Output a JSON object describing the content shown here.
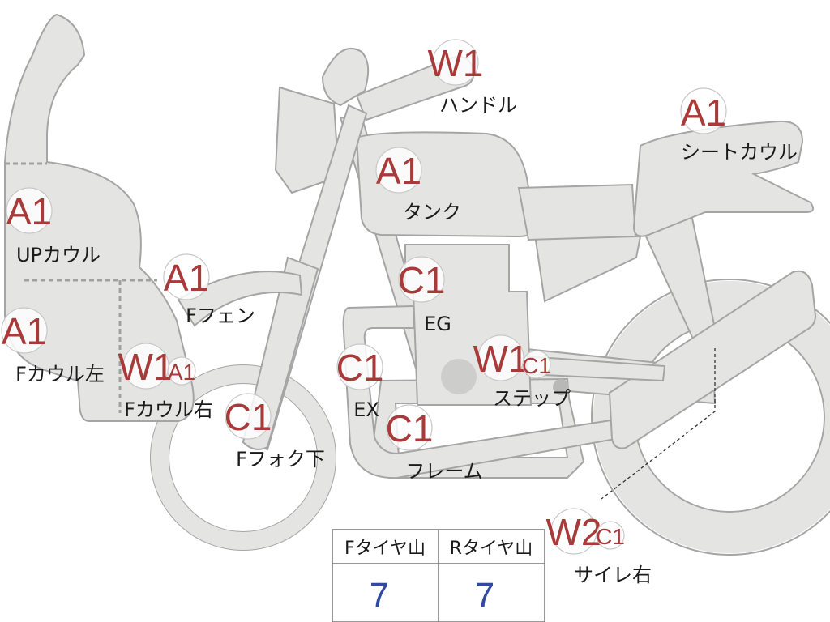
{
  "colors": {
    "grade_text": "#a83a3a",
    "label_text": "#1a1a1a",
    "table_value": "#2f4aa0",
    "body_fill": "#e4e4e2",
    "body_stroke": "#a5a5a5"
  },
  "parts": [
    {
      "id": "handle",
      "grade": "W1",
      "label": "ハンドル"
    },
    {
      "id": "seat-cowl",
      "grade": "A1",
      "label": "シートカウル"
    },
    {
      "id": "tank",
      "grade": "A1",
      "label": "タンク"
    },
    {
      "id": "up-cowl",
      "grade": "A1",
      "label": "UPカウル"
    },
    {
      "id": "f-fender",
      "grade": "A1",
      "label": "Fフェン"
    },
    {
      "id": "f-cowl-left",
      "grade": "A1",
      "label": "Fカウル左"
    },
    {
      "id": "f-cowl-right",
      "grade": "W1",
      "grade2": "A1",
      "label": "Fカウル右"
    },
    {
      "id": "engine",
      "grade": "C1",
      "label": "EG"
    },
    {
      "id": "exhaust",
      "grade": "C1",
      "label": "EX"
    },
    {
      "id": "step",
      "grade": "W1",
      "grade2": "C1",
      "label": "ステップ"
    },
    {
      "id": "f-fork-lower",
      "grade": "C1",
      "label": "Fフォク下"
    },
    {
      "id": "frame",
      "grade": "C1",
      "label": "フレーム"
    },
    {
      "id": "muffler-right",
      "grade": "W2",
      "grade2": "C1",
      "label": "サイレ右"
    }
  ],
  "tread_table": {
    "headers": [
      "Fタイヤ山",
      "Rタイヤ山"
    ],
    "values": [
      "7",
      "7"
    ]
  }
}
